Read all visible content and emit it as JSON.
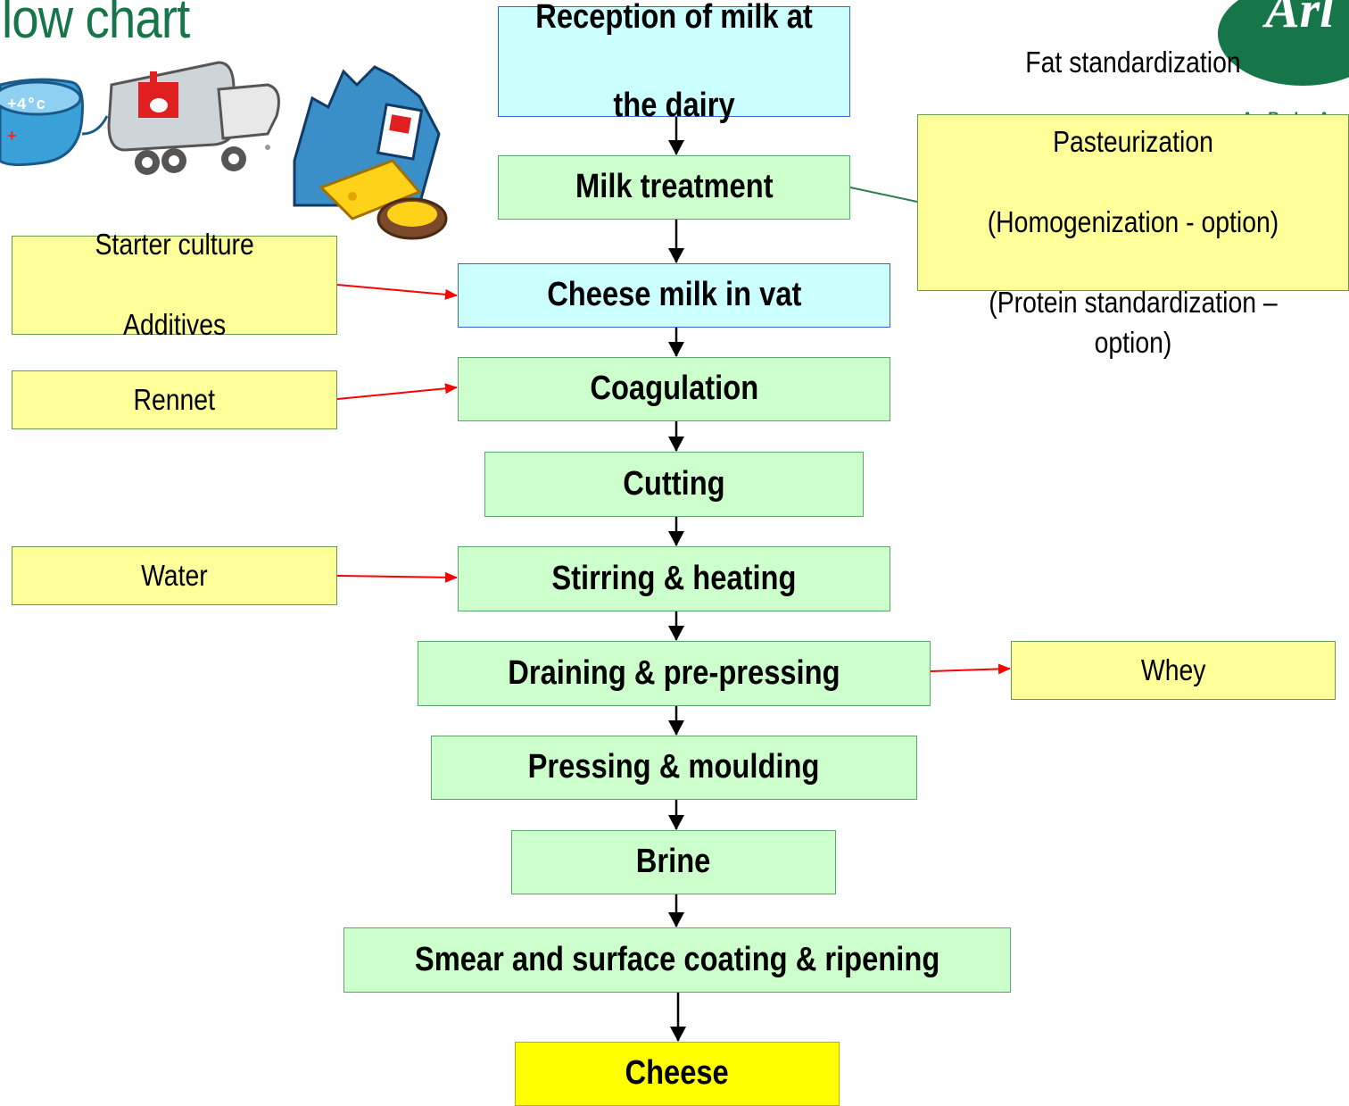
{
  "title": "low chart",
  "logo": {
    "wordmark": "Arl",
    "tagline": "ARLA F"
  },
  "illustration": {
    "thermometer_label": "+4°c"
  },
  "steps": [
    {
      "label": "Reception of milk at the dairy",
      "lines": [
        "Reception of milk at",
        "the dairy"
      ]
    },
    {
      "label": "Milk treatment"
    },
    {
      "label": "Cheese milk in vat"
    },
    {
      "label": "Coagulation"
    },
    {
      "label": "Cutting"
    },
    {
      "label": "Stirring & heating"
    },
    {
      "label": "Draining & pre-pressing"
    },
    {
      "label": "Pressing & moulding"
    },
    {
      "label": "Brine"
    },
    {
      "label": "Smear and surface coating & ripening"
    },
    {
      "label": "Cheese"
    }
  ],
  "inputs": {
    "starter": {
      "lines": [
        "Starter culture",
        "Additives"
      ]
    },
    "rennet": {
      "label": "Rennet"
    },
    "water": {
      "label": "Water"
    }
  },
  "outputs": {
    "whey": {
      "label": "Whey"
    }
  },
  "treatment_details": {
    "lines": [
      "Fat standardization",
      "Pasteurization",
      "(Homogenization - option)",
      "(Protein standardization – option)"
    ]
  },
  "colors": {
    "step_fill": "#ccffcc",
    "highlight_fill": "#ccffff",
    "side_fill": "#ffff99",
    "final_fill": "#ffff00",
    "input_arrow": "#ff0000",
    "title_green": "#17754a"
  }
}
